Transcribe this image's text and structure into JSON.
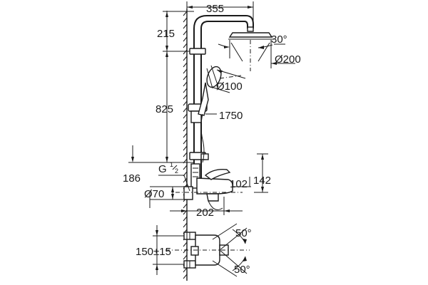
{
  "dimensions": {
    "width_total": "355",
    "shower_head_top": "215",
    "angle_head": "30°",
    "head_diameter": "Ø200",
    "hand_diameter": "Ø100",
    "rail_length": "825",
    "hose_length": "1750",
    "inlet_thread_main": "G",
    "inlet_thread_sup": "1",
    "inlet_thread_sub": "2",
    "mixer_height": "186",
    "mixer_depth_1": "102",
    "mixer_depth_2": "142",
    "escutcheon_diameter": "Ø70",
    "spout_reach": "202",
    "inlet_centres": "150±15",
    "angle_lever_top": "50°",
    "angle_lever_bottom": "50°"
  }
}
